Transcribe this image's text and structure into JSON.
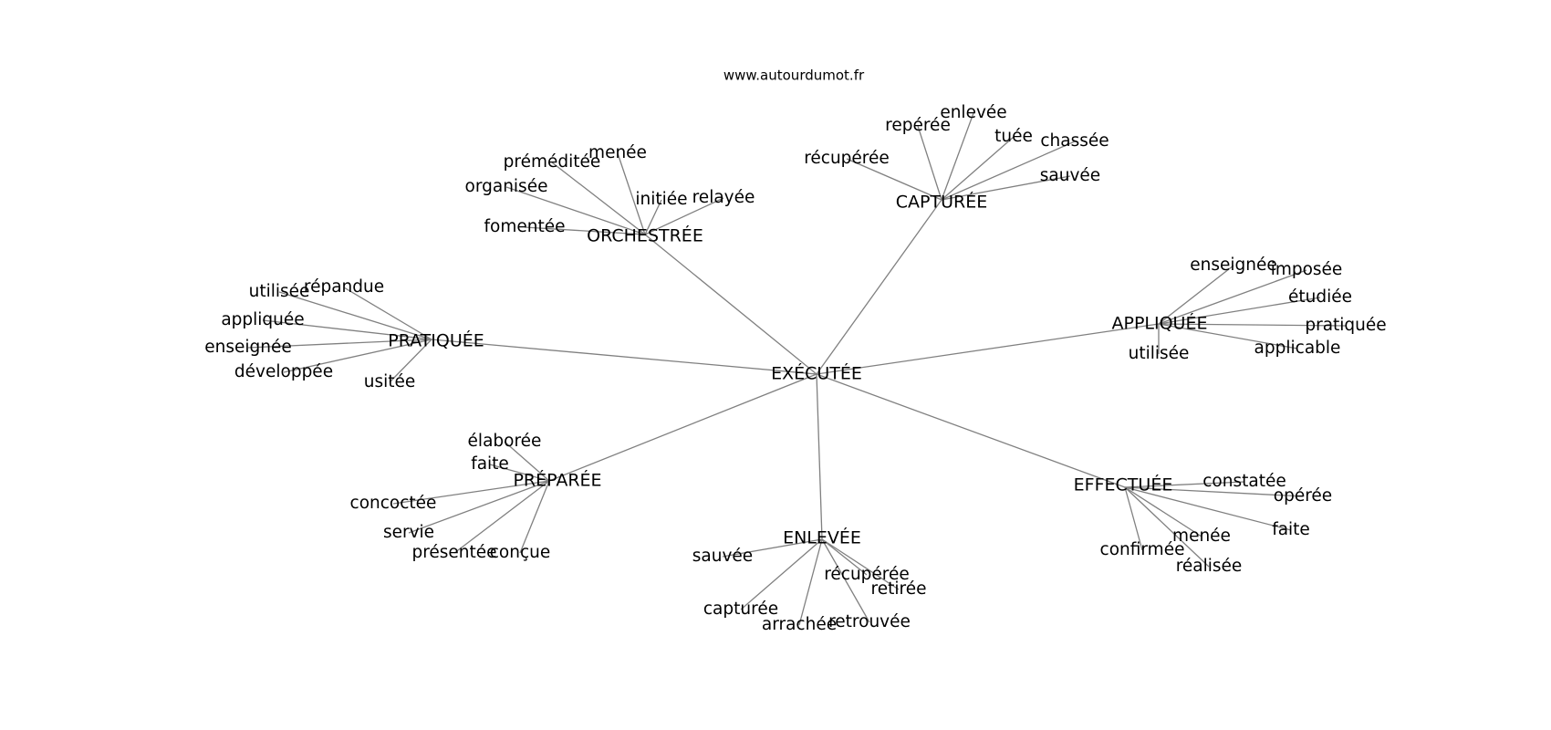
{
  "header": {
    "site": "www.autourdumot.fr"
  },
  "graph": {
    "center": "EXÉCUTÉE",
    "hubs": [
      {
        "id": "capturee",
        "label": "CAPTURÉE",
        "leaves": [
          "récupérée",
          "repérée",
          "enlevée",
          "tuée",
          "chassée",
          "sauvée"
        ]
      },
      {
        "id": "orchestree",
        "label": "ORCHESTRÉE",
        "leaves": [
          "préméditée",
          "menée",
          "organisée",
          "initiée",
          "relayée",
          "fomentée"
        ]
      },
      {
        "id": "pratiquee",
        "label": "PRATIQUÉE",
        "leaves": [
          "utilisée",
          "répandue",
          "appliquée",
          "enseignée",
          "développée",
          "usitée"
        ]
      },
      {
        "id": "appliquee",
        "label": "APPLIQUÉE",
        "leaves": [
          "enseignée",
          "imposée",
          "étudiée",
          "pratiquée",
          "applicable",
          "utilisée"
        ]
      },
      {
        "id": "preparee",
        "label": "PRÉPARÉE",
        "leaves": [
          "élaborée",
          "faite",
          "concoctée",
          "servie",
          "présentée",
          "conçue"
        ]
      },
      {
        "id": "enlevee",
        "label": "ENLEVÉE",
        "leaves": [
          "sauvée",
          "récupérée",
          "retirée",
          "capturée",
          "arrachée",
          "retrouvée"
        ]
      },
      {
        "id": "effectuee",
        "label": "EFFECTUÉE",
        "leaves": [
          "constatée",
          "opérée",
          "faite",
          "menée",
          "confirmée",
          "réalisée"
        ]
      }
    ]
  }
}
